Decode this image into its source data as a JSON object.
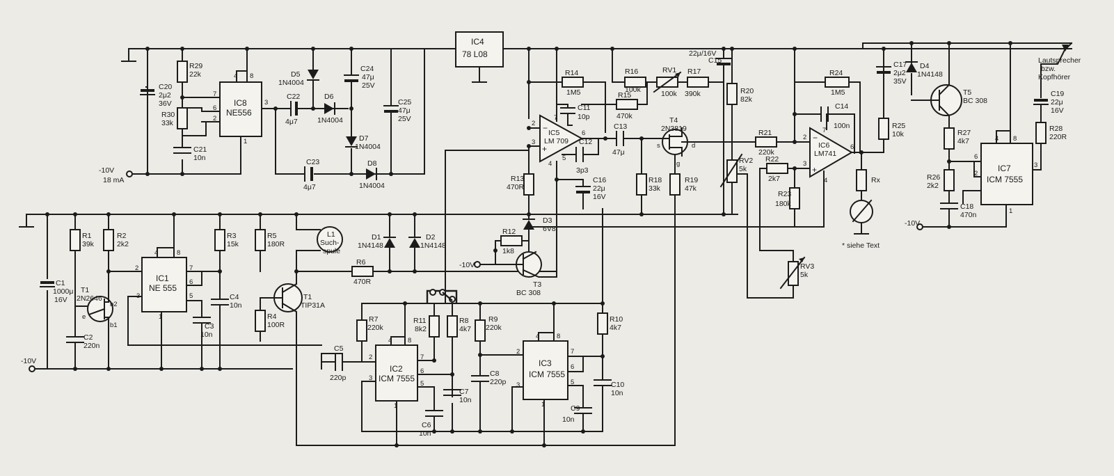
{
  "supply": {
    "neg10v_18ma": [
      "-10V",
      "18 mA"
    ],
    "neg10v": "-10V",
    "footnote": "* siehe Text"
  },
  "ics": {
    "ic1": [
      "IC1",
      "NE 555"
    ],
    "ic2": [
      "IC2",
      "ICM 7555"
    ],
    "ic3": [
      "IC3",
      "ICM 7555"
    ],
    "ic4": [
      "IC4",
      "78 L08"
    ],
    "ic5": [
      "IC5",
      "LM 709"
    ],
    "ic6": [
      "IC6",
      "LM741"
    ],
    "ic7": [
      "IC7",
      "ICM 7555"
    ],
    "ic8": [
      "IC8",
      "NE556"
    ]
  },
  "resistors": {
    "r1": [
      "R1",
      "39k"
    ],
    "r2": [
      "R2",
      "2k2"
    ],
    "r3": [
      "R3",
      "15k"
    ],
    "r4": [
      "R4",
      "100R"
    ],
    "r5": [
      "R5",
      "180R"
    ],
    "r6": [
      "R6",
      "470R"
    ],
    "r7": [
      "R7",
      "220k"
    ],
    "r8": [
      "R8",
      "4k7"
    ],
    "r9": [
      "R9",
      "220k"
    ],
    "r10": [
      "R10",
      "4k7"
    ],
    "r11": [
      "R11",
      "8k2"
    ],
    "r12": [
      "R12",
      "1k8"
    ],
    "r13": [
      "R13",
      "470R"
    ],
    "r14": [
      "R14",
      "1M5"
    ],
    "r15": [
      "R15",
      "470k"
    ],
    "r16": [
      "R16",
      "100k"
    ],
    "r17": [
      "R17",
      "390k"
    ],
    "r18": [
      "R18",
      "33k"
    ],
    "r19": [
      "R19",
      "47k"
    ],
    "r20": [
      "R20",
      "82k"
    ],
    "r21": [
      "R21",
      "220k"
    ],
    "r22": [
      "R22",
      "2k7"
    ],
    "r23": [
      "R23",
      "180k"
    ],
    "r24": [
      "R24",
      "1M5"
    ],
    "r25": [
      "R25",
      "10k"
    ],
    "r26": [
      "R26",
      "2k2"
    ],
    "r27": [
      "R27",
      "4k7"
    ],
    "r28": [
      "R28",
      "220R"
    ],
    "r29": [
      "R29",
      "22k"
    ],
    "r30": [
      "R30",
      "33k"
    ],
    "rx": "Rx"
  },
  "pots": {
    "rv1": [
      "RV1",
      "100k"
    ],
    "rv2": [
      "RV2",
      "5k"
    ],
    "rv3": [
      "RV3",
      "5k"
    ]
  },
  "capacitors": {
    "c1": [
      "C1",
      "1000μ",
      "16V"
    ],
    "c2": [
      "C2",
      "220n"
    ],
    "c3": [
      "C3",
      "10n"
    ],
    "c4": [
      "C4",
      "10n"
    ],
    "c5": [
      "C5",
      "220p"
    ],
    "c6": [
      "C6",
      "10n"
    ],
    "c7": [
      "C7",
      "10n"
    ],
    "c8": [
      "C8",
      "220p"
    ],
    "c9": [
      "C9",
      "10n"
    ],
    "c10": [
      "C10",
      "10n"
    ],
    "c11": [
      "C11",
      "10p"
    ],
    "c12": [
      "C12",
      "3p3"
    ],
    "c13": [
      "C13",
      "47μ"
    ],
    "c14": [
      "C14",
      "100n"
    ],
    "c15": [
      "C15",
      "22μ/16V"
    ],
    "c16": [
      "C16",
      "22μ",
      "16V"
    ],
    "c17": [
      "C17",
      "2μ2",
      "35V"
    ],
    "c18": [
      "C18",
      "470n"
    ],
    "c19": [
      "C19",
      "22μ",
      "16V"
    ],
    "c20": [
      "C20",
      "2μ2",
      "36V"
    ],
    "c21": [
      "C21",
      "10n"
    ],
    "c22": [
      "C22",
      "4μ7"
    ],
    "c23": [
      "C23",
      "4μ7"
    ],
    "c24": [
      "C24",
      "47μ",
      "25V"
    ],
    "c25": [
      "C25",
      "47μ",
      "25V"
    ]
  },
  "diodes": {
    "d1": [
      "D1",
      "1N4148"
    ],
    "d2": [
      "D2",
      "1N4148"
    ],
    "d3": [
      "D3",
      "6V8"
    ],
    "d4": [
      "D4",
      "1N4148"
    ],
    "d5": [
      "D5",
      "1N4004"
    ],
    "d6": [
      "D6",
      "1N4004"
    ],
    "d7": [
      "D7",
      "1N4004"
    ],
    "d8": [
      "D8",
      "1N4004"
    ]
  },
  "transistors": {
    "t1": [
      "T1",
      "TIP31A"
    ],
    "t1u": [
      "T1",
      "2N2646"
    ],
    "t3": [
      "T3",
      "BC 308"
    ],
    "t4": [
      "T4",
      "2N3819"
    ],
    "t5": [
      "T5",
      "BC 308"
    ]
  },
  "coil": [
    "L1",
    "Such-",
    "spule"
  ],
  "speaker": [
    "Lautsprecher",
    "bzw.",
    "Kopfhörer"
  ],
  "pins": {
    "b1": "b1",
    "b2": "b2",
    "e": "e",
    "s": "s",
    "d": "d",
    "g": "g"
  }
}
